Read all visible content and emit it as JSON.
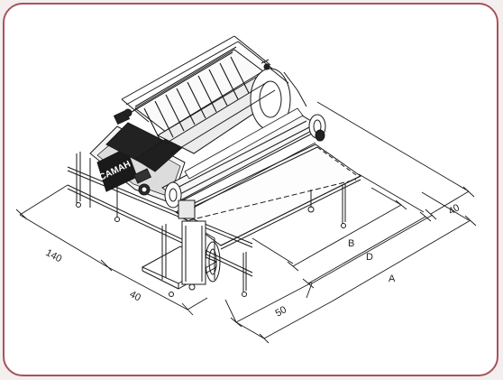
{
  "diagram": {
    "dimension_labels": {
      "d140": "140",
      "d40_left": "40",
      "d50": "50",
      "dB": "B",
      "dD": "D",
      "dA": "A",
      "d40_right": "40"
    },
    "logo_text": "CAMAH",
    "colors": {
      "frame": "#a8525a",
      "line": "#1a1a1a",
      "page": "#f3efef"
    }
  }
}
